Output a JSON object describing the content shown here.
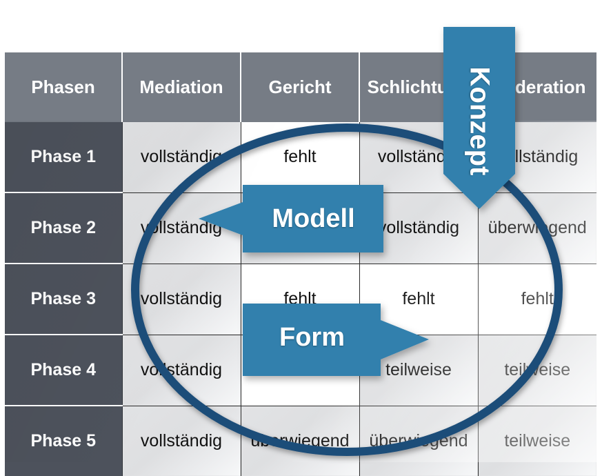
{
  "diagram": {
    "title_hidden": "",
    "accent_blue": "#3280ad",
    "ring_blue": "#1f4e79",
    "header_gray": "#767c85",
    "rowhead_gray": "#4d525c",
    "cell_gray": "#e2e3e5",
    "cell_white": "#ffffff"
  },
  "table": {
    "columns": [
      "Phasen",
      "Mediation",
      "Gericht",
      "Schlichtung",
      "Moderation"
    ],
    "rows": [
      {
        "phase": "Phase 1",
        "cells": [
          {
            "text": "vollständig",
            "style": "gray"
          },
          {
            "text": "fehlt",
            "style": "white"
          },
          {
            "text": "vollständig",
            "style": "gray"
          },
          {
            "text": "vollständig",
            "style": "gray"
          }
        ]
      },
      {
        "phase": "Phase 2",
        "cells": [
          {
            "text": "vollständig",
            "style": "gray"
          },
          {
            "text": "",
            "style": "gray"
          },
          {
            "text": "vollständig",
            "style": "gray"
          },
          {
            "text": "überwiegend",
            "style": "gray"
          }
        ]
      },
      {
        "phase": "Phase 3",
        "cells": [
          {
            "text": "vollständig",
            "style": "gray"
          },
          {
            "text": "fehlt",
            "style": "white"
          },
          {
            "text": "fehlt",
            "style": "white"
          },
          {
            "text": "fehlt",
            "style": "white"
          }
        ]
      },
      {
        "phase": "Phase 4",
        "cells": [
          {
            "text": "vollständig",
            "style": "gray"
          },
          {
            "text": "",
            "style": "white"
          },
          {
            "text": "teilweise",
            "style": "gray"
          },
          {
            "text": "teilweise",
            "style": "gray"
          }
        ]
      },
      {
        "phase": "Phase 5",
        "cells": [
          {
            "text": "vollständig",
            "style": "gray"
          },
          {
            "text": "überwiegend",
            "style": "gray"
          },
          {
            "text": "überwiegend",
            "style": "gray"
          },
          {
            "text": "teilweise",
            "style": "gray"
          }
        ]
      }
    ]
  },
  "annotations": {
    "konzept": {
      "label": "Konzept",
      "direction": "down"
    },
    "modell": {
      "label": "Modell",
      "direction": "left"
    },
    "form": {
      "label": "Form",
      "direction": "right"
    },
    "ring": {
      "shape": "ellipse"
    }
  }
}
